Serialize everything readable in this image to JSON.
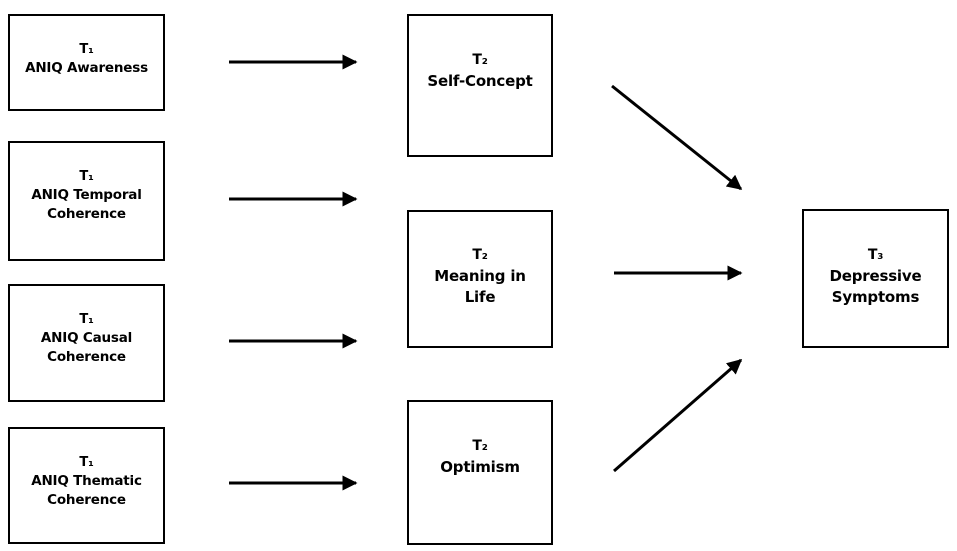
{
  "diagram": {
    "predictors": [
      {
        "time": "T₁",
        "lines": [
          "ANIQ Awareness"
        ]
      },
      {
        "time": "T₁",
        "lines": [
          "ANIQ Temporal",
          "Coherence"
        ]
      },
      {
        "time": "T₁",
        "lines": [
          "ANIQ Causal",
          "Coherence"
        ]
      },
      {
        "time": "T₁",
        "lines": [
          "ANIQ Thematic",
          "Coherence"
        ]
      }
    ],
    "mediators": [
      {
        "time": "T₂",
        "lines": [
          "Self-Concept"
        ]
      },
      {
        "time": "T₂",
        "lines": [
          "Meaning in",
          "Life"
        ]
      },
      {
        "time": "T₂",
        "lines": [
          "Optimism"
        ]
      }
    ],
    "outcome": {
      "time": "T₃",
      "lines": [
        "Depressive",
        "Symptoms"
      ]
    },
    "colors": {
      "stroke": "#000000",
      "background": "#ffffff"
    }
  }
}
